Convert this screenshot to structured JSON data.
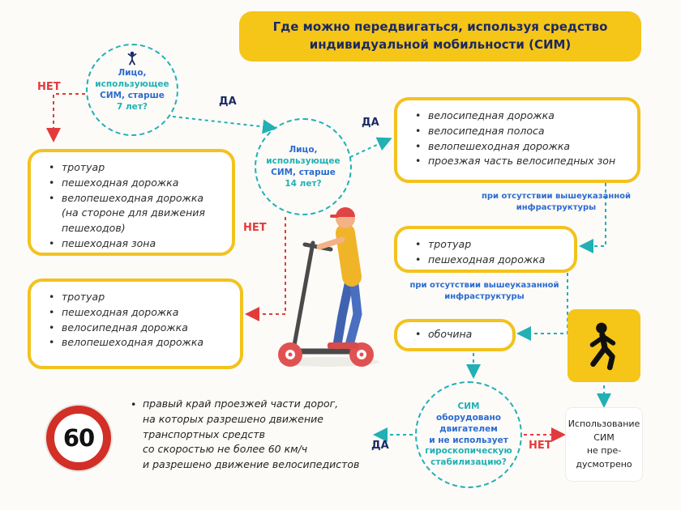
{
  "colors": {
    "accent_yellow": "#f5c518",
    "box_border_yellow": "#f3c21d",
    "teal": "#21b0b4",
    "blue": "#2b6bd0",
    "navy": "#1b2a63",
    "red": "#e23b3b"
  },
  "title": "Где можно передвигаться, используя средство\nиндивидуальной мобильности (СИМ)",
  "labels": {
    "yes": "ДА",
    "no": "НЕТ"
  },
  "decisions": {
    "age7": {
      "lines": [
        "Лицо,",
        "использующее",
        "СИМ, старше",
        "7 лет?"
      ]
    },
    "age14": {
      "lines": [
        "Лицо,",
        "использующее",
        "СИМ, старше",
        "14 лет?"
      ]
    },
    "engine": {
      "lines": [
        "СИМ",
        "оборудовано",
        "двигателем",
        "и не использует",
        "гироскопическую",
        "стабилизацию?"
      ]
    }
  },
  "boxes": {
    "age7_no": {
      "items": [
        "тротуар",
        "пешеходная дорожка",
        "велопешеходная дорожка (на стороне для движения пешеходов)",
        "пешеходная зона"
      ]
    },
    "age14_no": {
      "items": [
        "тротуар",
        "пешеходная дорожка",
        "велосипедная дорожка",
        "велопешеходная дорожка"
      ]
    },
    "age14_yes": {
      "items": [
        "велосипедная дорожка",
        "велосипедная полоса",
        "велопешеходная дорожка",
        "проезжая часть велосипедных зон"
      ]
    },
    "fallback1": {
      "items": [
        "тротуар",
        "пешеходная дорожка"
      ]
    },
    "fallback2": {
      "items": [
        "обочина"
      ]
    }
  },
  "conditions": {
    "first": "при отсутствии вышеуказанной\nинфраструктуры",
    "second": "при отсутствии вышеуказанной\nинфраструктуры"
  },
  "road_rule": {
    "sign_value": "60",
    "text": "правый край проезжей части дорог,\nна которых разрешено движение\nтранспортных средств\nсо скоростью не более 60 км/ч\nи разрешено движение велосипедистов"
  },
  "not_allowed": "Использование\nСИМ\nне пре-\nдусмотрено",
  "icons": {
    "person": "standing-person-icon",
    "pedestrian": "walking-person-icon",
    "rider": "scooter-rider-illustration",
    "speed_sign": "speed-limit-60-sign"
  }
}
